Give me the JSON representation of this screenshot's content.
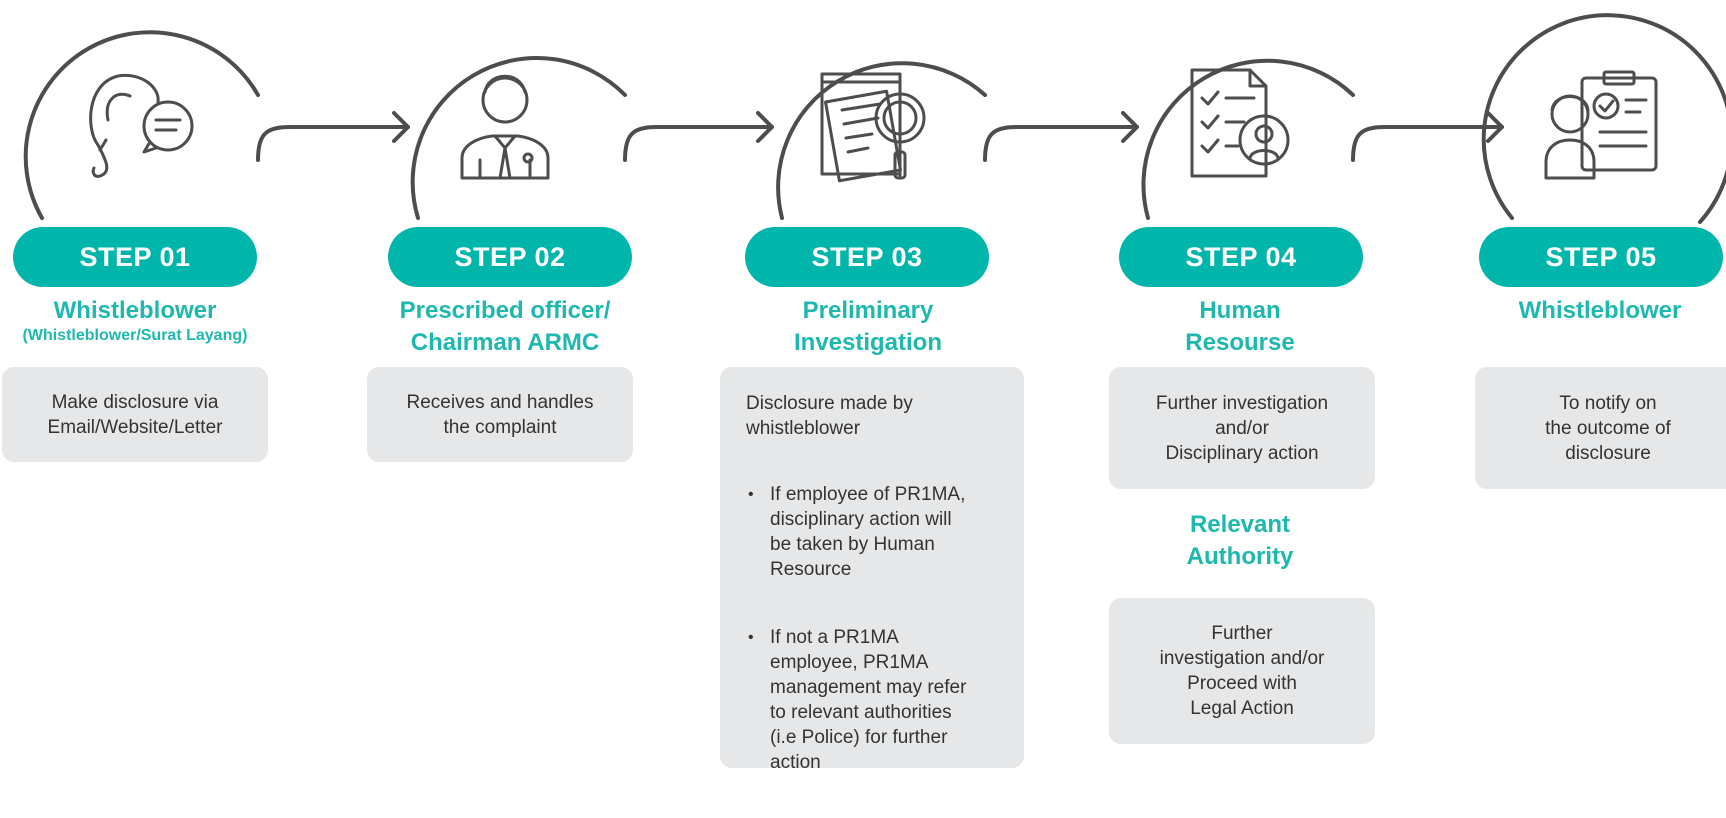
{
  "colors": {
    "accent": "#00B5AA",
    "title": "#1FB8AE",
    "box": "#E6E7E8",
    "line": "#4D4D4D"
  },
  "steps": [
    {
      "label": "STEP 01",
      "icon": "ear-speech-icon",
      "title": "Whistleblower",
      "subtitle": "(Whistleblower/Surat Layang)",
      "box": "Make disclosure via\nEmail/Website/Letter"
    },
    {
      "label": "STEP 02",
      "icon": "officer-icon",
      "title": "Prescribed officer/\nChairman ARMC",
      "box": "Receives and handles\nthe complaint"
    },
    {
      "label": "STEP 03",
      "icon": "document-magnifier-icon",
      "title": "Preliminary\nInvestigation",
      "box_intro": "Disclosure made by\nwhistleblower",
      "box_bullets": [
        "If employee of PR1MA,\ndisciplinary action will\nbe taken by Human\nResource",
        "If not a PR1MA\nemployee, PR1MA\nmanagement may refer\nto relevant authorities\n(i.e Police) for further\naction"
      ]
    },
    {
      "label": "STEP 04",
      "icon": "checklist-person-icon",
      "title": "Human\nResourse",
      "box": "Further investigation\nand/or\nDisciplinary action",
      "title2": "Relevant\nAuthority",
      "box2": "Further\ninvestigation and/or\nProceed with\nLegal Action"
    },
    {
      "label": "STEP 05",
      "icon": "person-clipboard-icon",
      "title": "Whistleblower",
      "box": "To notify on\nthe outcome of\ndisclosure"
    }
  ]
}
